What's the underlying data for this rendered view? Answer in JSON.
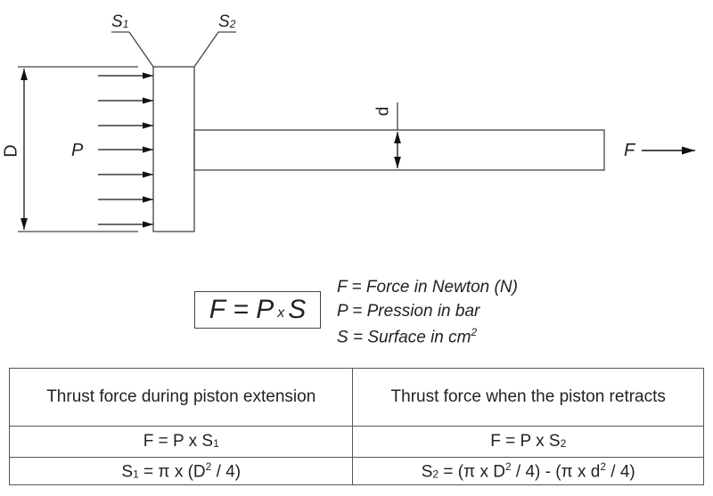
{
  "diagram": {
    "label_S1": "S",
    "label_S1_sub": "1",
    "label_S2": "S",
    "label_S2_sub": "2",
    "label_D": "D",
    "label_P": "P",
    "label_d": "d",
    "label_F": "F"
  },
  "formula": {
    "F": "F",
    "eq": "=",
    "P": "P",
    "x": "x",
    "S": "S"
  },
  "legend": [
    "F = Force in Newton (N)",
    "P = Pression in bar",
    "S = Surface in cm"
  ],
  "legend_sup": "2",
  "table": {
    "headers": [
      "Thrust force during piston extension",
      "Thrust force when the piston retracts"
    ],
    "row1": {
      "c1": "F = P x S",
      "c1_sub": "1",
      "c2": "F = P x S",
      "c2_sub": "2"
    },
    "row2": {
      "c1_a": "S",
      "c1_sub": "1",
      "c1_b": " = π x (D",
      "c1_sup": "2",
      "c1_c": " / 4)",
      "c2_a": "S",
      "c2_sub": "2",
      "c2_b": " = (π x D",
      "c2_sup": "2",
      "c2_c": " / 4) - (π x d",
      "c2_sup2": "2",
      "c2_d": " / 4)"
    }
  }
}
